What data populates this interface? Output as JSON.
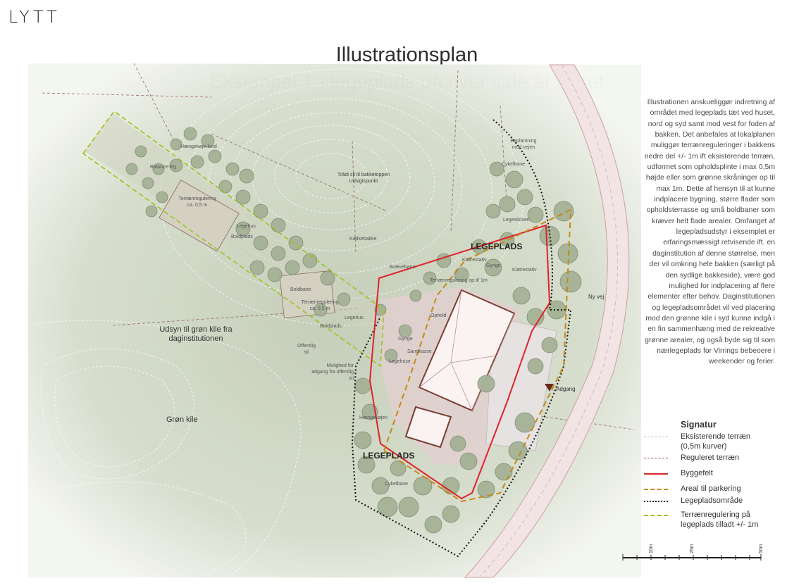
{
  "brand": "LYTT",
  "title": "Illustrationsplan",
  "subtitle": "Eksempel 1 - legeplads på hver side af huset",
  "description": "Illustrationen anskueliggør indretning af området med legeplads tæt ved huset, nord og syd samt mod vest for foden af bakken. Det anbefales at lokalplanen muliggør terrænreguleringer i bakkens nedre del +/- 1m ift eksisterende terræn, udformet som opholdsplinte i max 0,5m højde eller som grønne skråninger op til max 1m. Dette af hensyn til at kunne indplacere bygning, større flader som opholdsterrasse og små boldbaner som kræver helt flade arealer. Omfanget af legepladsudstyr i eksemplet er erfaringsmæssigt retvisende ift. en daginstitution af denne størrelse, men der vil omkring hele bakken (særligt på den sydlige bakkeside), være god mulighed for indplacering af flere elementer efter behov. Daginstitutionen og legepladsområdet vil ved placering mod den grønne kile i syd kunne indgå i en fin sammenhæng med de rekreative grønne arealer, og også byde sig til som nærlegeplads for Virrings bebeoere i weekender og ferier.",
  "legend": {
    "title": "Signatur",
    "items": [
      {
        "label": "Eksisterende terræn (0,5m kurver)",
        "color": "#b5b5b5"
      },
      {
        "label": "Reguleret terræn",
        "color": "#8a4a4a"
      },
      {
        "label": "Byggefelt",
        "color": "#e0222b"
      },
      {
        "label": "Areal til parkering",
        "color": "#c48a16"
      },
      {
        "label": "Legepladsområde",
        "color": "#111111"
      },
      {
        "label": "Terrænregulering på legeplads tilladt +/- 1m",
        "color": "#9ec21f"
      }
    ]
  },
  "scale": {
    "labels": [
      "10m",
      "25m",
      "50m"
    ]
  },
  "map_labels": {
    "legeplads_north": "LEGEPLADS",
    "legeplads_south": "LEGEPLADS",
    "udsyn": "Udsyn til grøn kile fra daginstitutionen",
    "gron_kile": "Grøn kile",
    "ny_vej": "Ny vej",
    "adgang": "Adgang",
    "beplantning": "Beplantning mod vejen",
    "cykelbane_n": "Cykelbane",
    "cykelbane_s": "Cykelbane",
    "legeskoven": "Legeskoven",
    "klatrestativ_1": "Klatrestativ",
    "klatrestativ_2": "Klatrestativ",
    "gynge_n": "Gynge",
    "svævebane": "Svævebane",
    "terrænregulering_1m": "Terrænregulering op til 1m",
    "trådt_sti": "Trådt sti til bakketoppen Udsigtspunkt",
    "kaelkebakke": "Kælkebakke",
    "haengekoje_lund": "Hængekøje-lund",
    "balance_leg": "Balance-leg",
    "terraen_nw": "Terrænregulering ca. 0,5 m",
    "legehus_nw": "Legehus",
    "boldplads": "Boldplads",
    "boldbane": "Boldbane",
    "terraen_w": "Terrænregulering ca. 0,5 m",
    "boldplads_w": "Boldplads",
    "legehus_w": "Legehus",
    "offentlig_sti": "Offentlig sti",
    "mulighed": "Mulighed for adgang fra offentlig sti",
    "gynge_s": "Gynge",
    "sandkasse": "Sandkasse",
    "legehuse": "Legehuse",
    "ophold": "Ophold",
    "haengekoejen": "Hængekøjen"
  }
}
